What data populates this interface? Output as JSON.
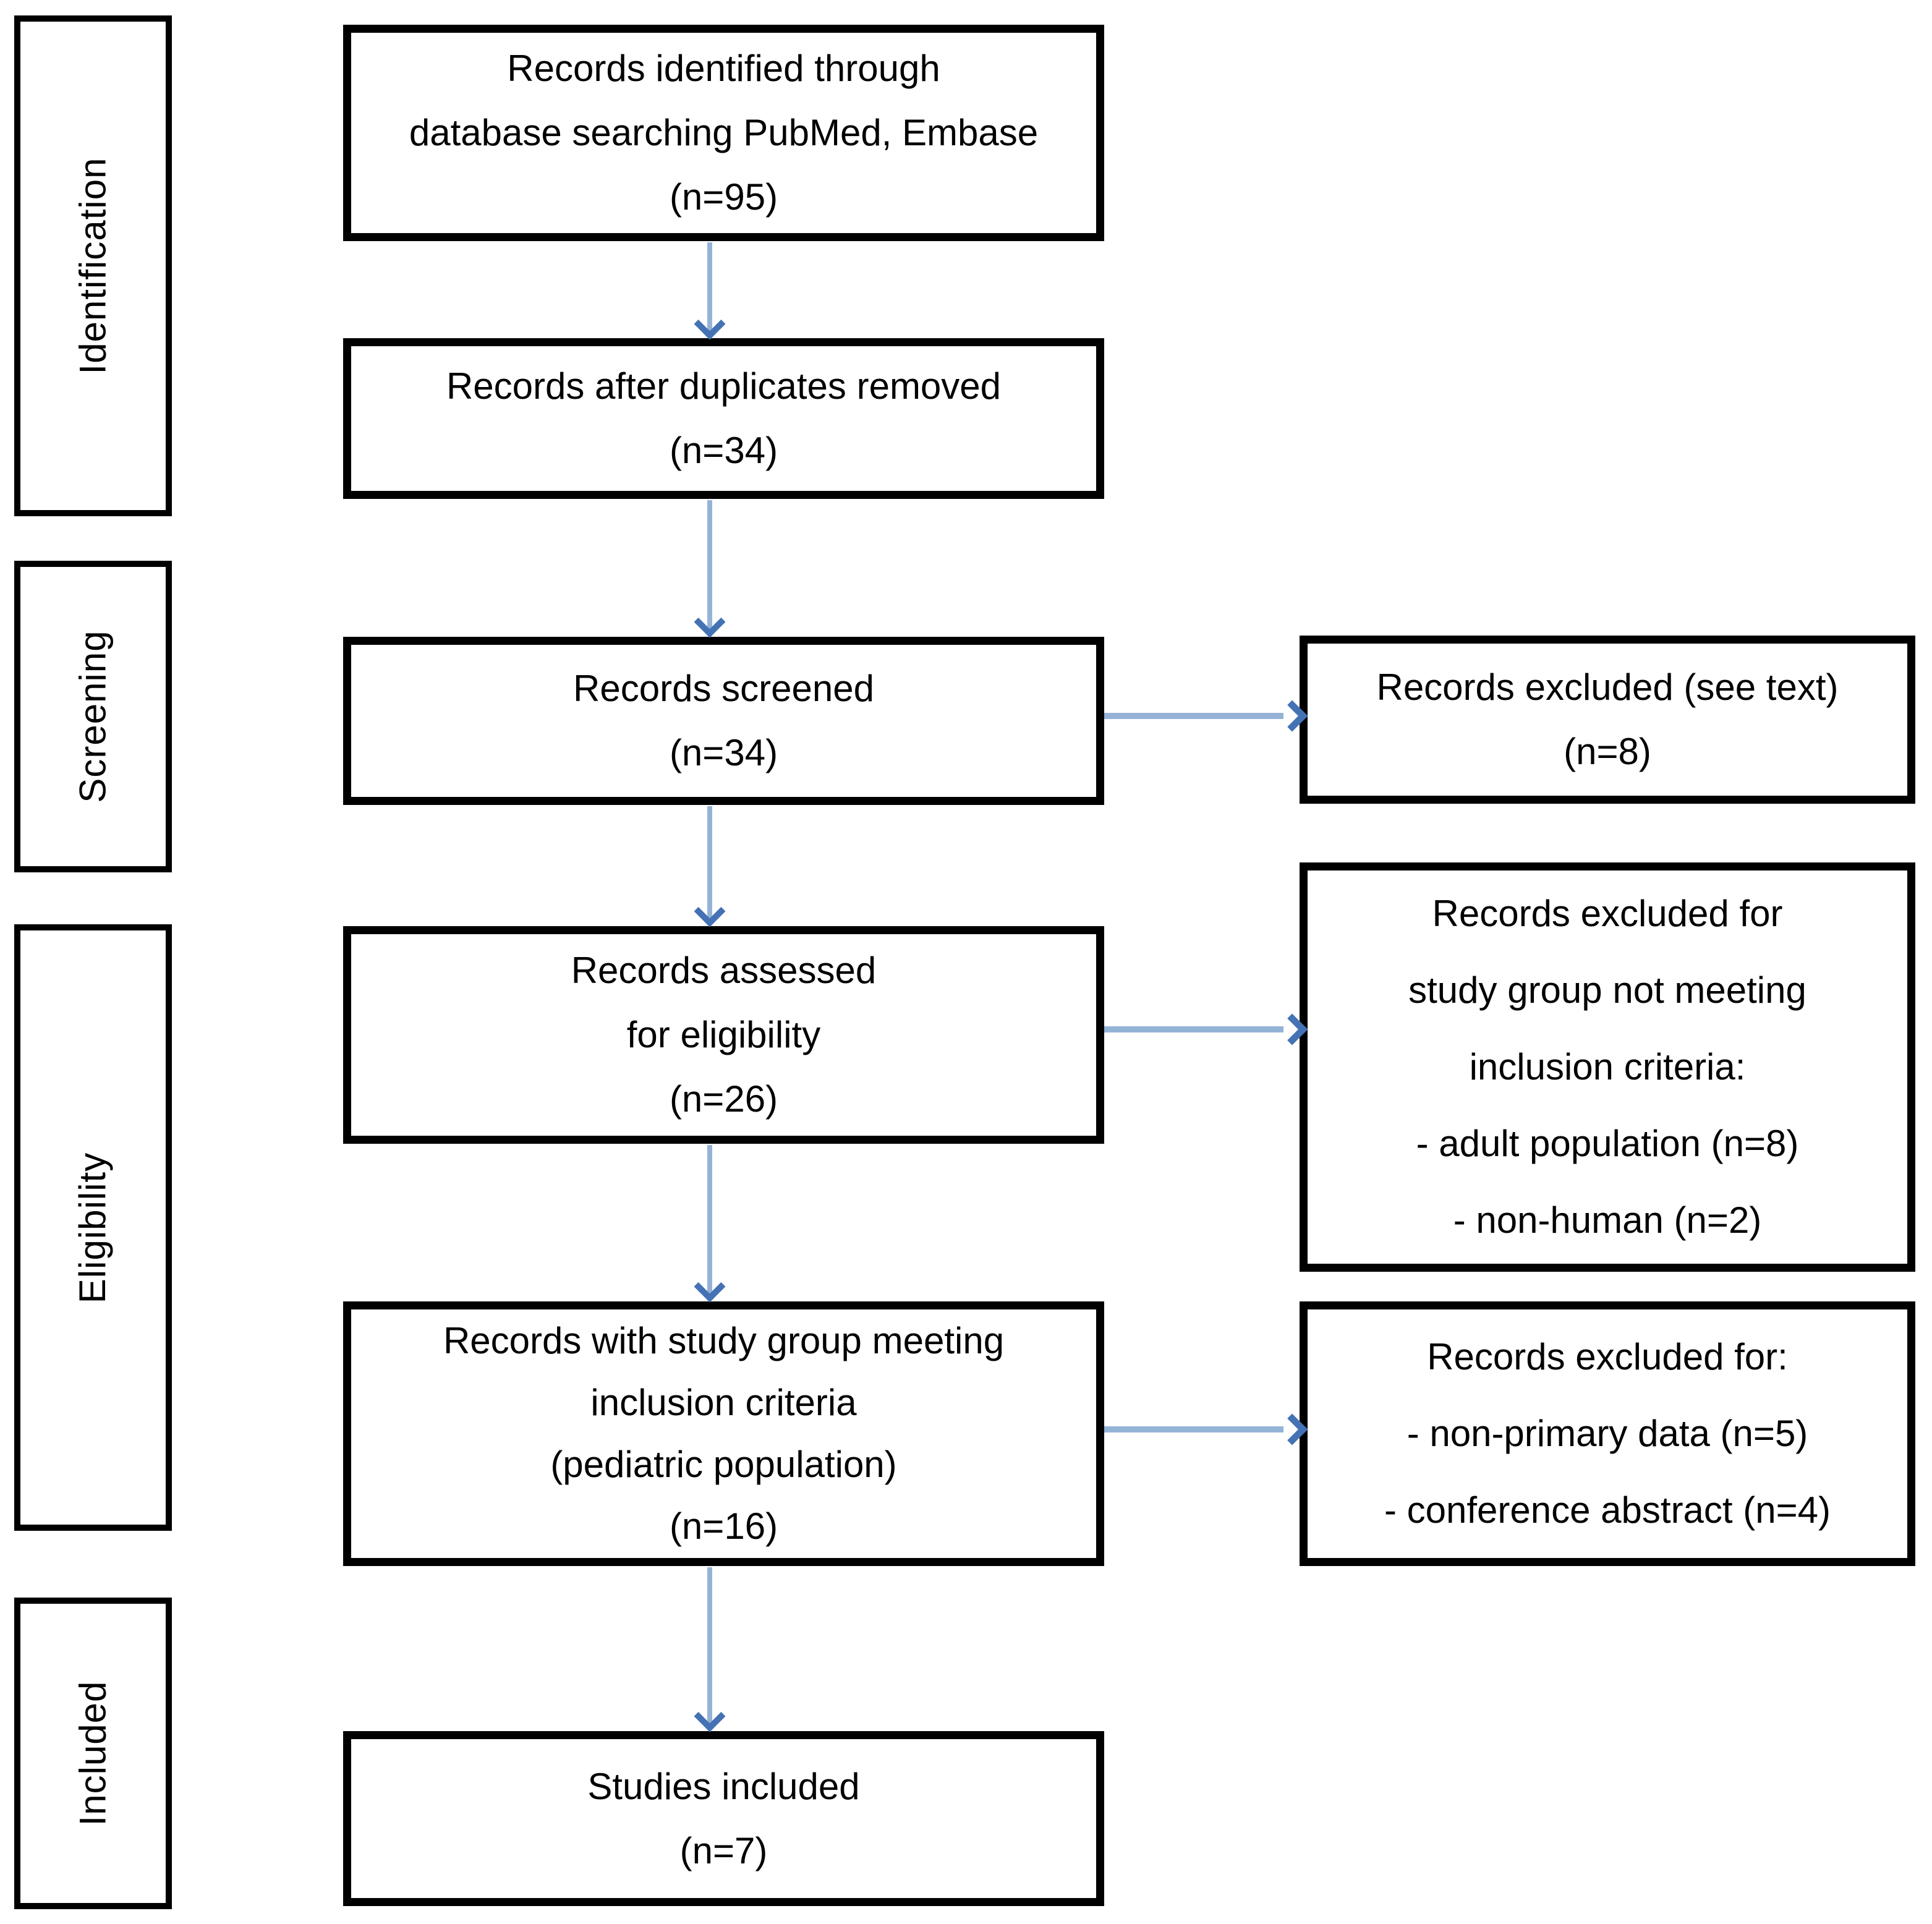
{
  "stages": [
    {
      "label": "Identification"
    },
    {
      "label": "Screening"
    },
    {
      "label": "Eligibility"
    },
    {
      "label": "Included"
    }
  ],
  "main_boxes": [
    {
      "name": "records-identified",
      "lines": [
        "Records identified through",
        "database searching PubMed, Embase",
        "(n=95)"
      ]
    },
    {
      "name": "duplicates-removed",
      "lines": [
        "Records after duplicates removed",
        "(n=34)"
      ]
    },
    {
      "name": "records-screened",
      "lines": [
        "Records screened",
        "(n=34)"
      ]
    },
    {
      "name": "records-assessed",
      "lines": [
        "Records assessed",
        "for eligibility",
        "(n=26)"
      ]
    },
    {
      "name": "records-meeting-criteria",
      "lines": [
        "Records with study group meeting",
        "inclusion criteria",
        "(pediatric population)",
        "(n=16)"
      ]
    },
    {
      "name": "studies-included",
      "lines": [
        "Studies included",
        "(n=7)"
      ]
    }
  ],
  "side_boxes": [
    {
      "name": "excluded-at-screening",
      "lines": [
        "Records excluded (see text)",
        "(n=8)"
      ]
    },
    {
      "name": "excluded-at-eligibility",
      "lines": [
        "Records excluded for",
        "study group not meeting",
        "inclusion criteria:",
        "- adult population (n=8)",
        "- non-human (n=2)"
      ]
    },
    {
      "name": "excluded-at-inclusion",
      "lines": [
        "Records excluded for:",
        "- non-primary data (n=5)",
        "- conference abstract (n=4)"
      ]
    }
  ],
  "colors": {
    "box_border": "#000000",
    "text": "#000000",
    "arrow_shaft": "#95B3D7",
    "arrow_head": "#4472B4",
    "background": "#FFFFFF"
  }
}
